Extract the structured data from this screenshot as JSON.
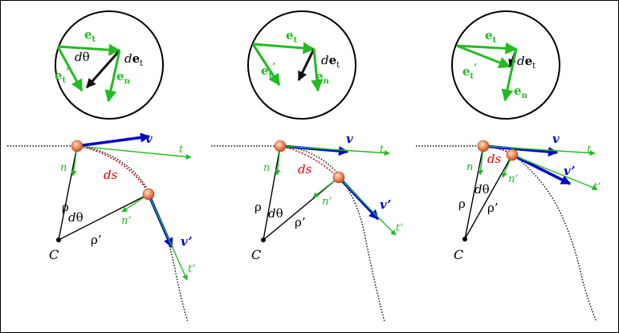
{
  "labels": {
    "e": "e",
    "t_sub": "t",
    "n_sub": "n",
    "prime": "’",
    "d": "d",
    "theta": "θ",
    "v": "v",
    "v_prime": "v’",
    "t": "t",
    "t_prime": "t’",
    "n": "n",
    "n_prime": "n’",
    "ds": "ds",
    "rho": "ρ",
    "rho_prime": "ρ’",
    "C": "C"
  },
  "colors": {
    "green": "#22bb22",
    "blue": "#0000cc",
    "red": "#dd0000",
    "black": "#000000",
    "particle": "#f08a5a"
  }
}
